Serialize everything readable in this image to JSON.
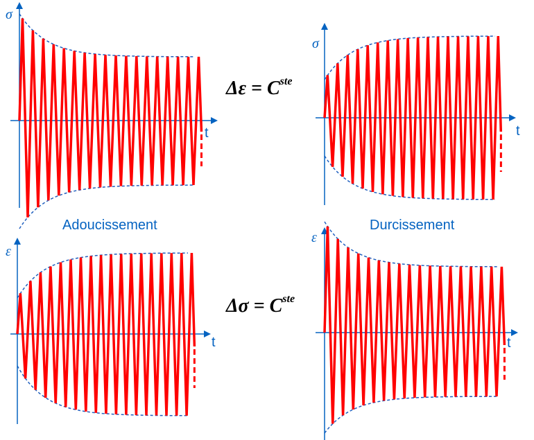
{
  "labels": {
    "softening": "Adoucissement",
    "hardening": "Durcissement"
  },
  "formulas": {
    "strain_controlled": {
      "lhs": "Δε = C",
      "sup": "ste"
    },
    "stress_controlled": {
      "lhs": "Δσ = C",
      "sup": "ste"
    }
  },
  "panels": [
    {
      "ylabel": "σ",
      "xlabel": "t",
      "behavior": "softening"
    },
    {
      "ylabel": "σ",
      "xlabel": "t",
      "behavior": "hardening"
    },
    {
      "ylabel": "ε",
      "xlabel": "t",
      "behavior": "softening"
    },
    {
      "ylabel": "ε",
      "xlabel": "t",
      "behavior": "hardening"
    }
  ],
  "colors": {
    "axis": "#0563c1",
    "signal": "#ff0000",
    "envelope": "#1f5fbf"
  }
}
